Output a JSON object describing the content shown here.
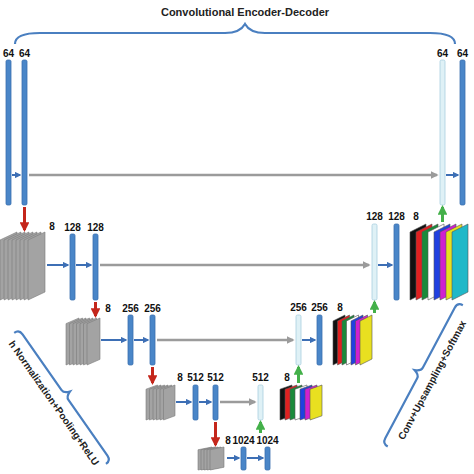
{
  "diagram": {
    "title": "Convolutional Encoder-Decoder",
    "labels": [
      "64",
      "64",
      "64",
      "64",
      "8",
      "128",
      "128",
      "128",
      "128",
      "8",
      "8",
      "256",
      "256",
      "256",
      "256",
      "8",
      "8",
      "512",
      "512",
      "512",
      "8",
      "8",
      "1024",
      "1024",
      "h Normalization+Pooling+ReLU",
      "Conv+Upsampling+Softmax"
    ]
  }
}
